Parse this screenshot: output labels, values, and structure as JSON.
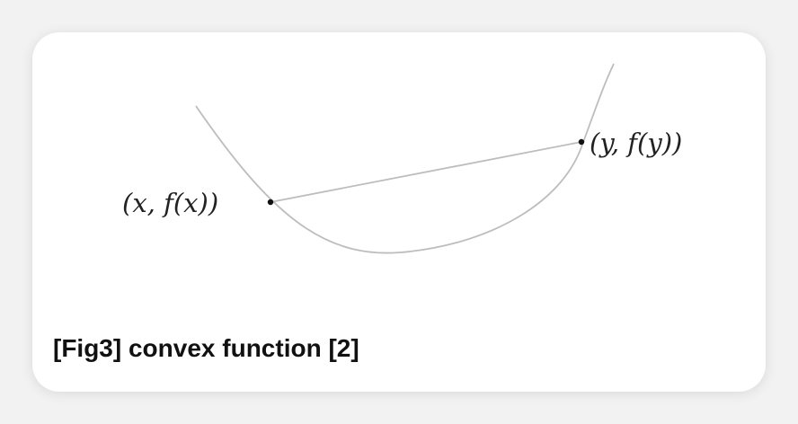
{
  "figure": {
    "point_a_label": "(x, f(x))",
    "point_b_label": "(y, f(y))",
    "caption": "[Fig3] convex function [2]"
  }
}
